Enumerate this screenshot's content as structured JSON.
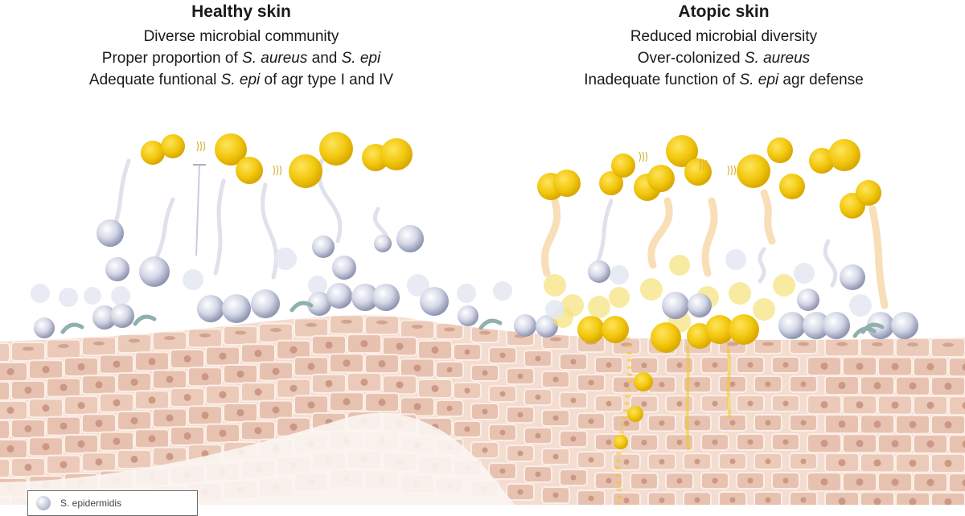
{
  "healthy": {
    "title": "Healthy skin",
    "lines": [
      [
        {
          "t": "Diverse microbial community",
          "i": false
        }
      ],
      [
        {
          "t": "Proper proportion of ",
          "i": false
        },
        {
          "t": "S. aureus",
          "i": true
        },
        {
          "t": " and ",
          "i": false
        },
        {
          "t": "S. epi",
          "i": true
        }
      ],
      [
        {
          "t": "Adequate funtional ",
          "i": false
        },
        {
          "t": "S. epi",
          "i": true
        },
        {
          "t": " of agr type I and IV",
          "i": false
        }
      ]
    ]
  },
  "atopic": {
    "title": "Atopic skin",
    "lines": [
      [
        {
          "t": "Reduced microbial diversity",
          "i": false
        }
      ],
      [
        {
          "t": "Over-colonized ",
          "i": false
        },
        {
          "t": "S. aureus",
          "i": true
        }
      ],
      [
        {
          "t": "Inadequate function of ",
          "i": false
        },
        {
          "t": "S. epi",
          "i": true
        },
        {
          "t": " agr defense",
          "i": false
        }
      ]
    ]
  },
  "legend": {
    "label": "S. epidermidis"
  },
  "colors": {
    "s_aureus": "#f2c80f",
    "s_epi": "#c9cce0",
    "skin": "#ecc9b8",
    "nucleus": "#c08a77",
    "cell_border": "#fbeee6"
  }
}
